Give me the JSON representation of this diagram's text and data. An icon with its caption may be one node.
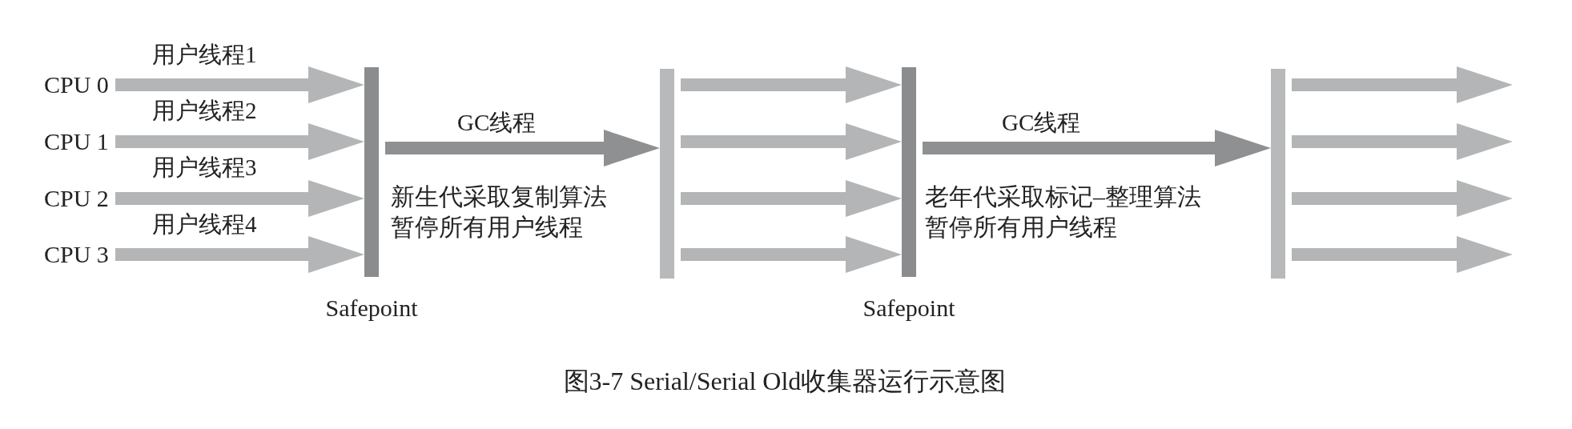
{
  "diagram": {
    "caption": "图3-7 Serial/Serial Old收集器运行示意图",
    "nodes": [
      {
        "text": [
          "CPU 0"
        ]
      },
      {
        "text": [
          "CPU 1"
        ]
      },
      {
        "text": [
          "CPU 2"
        ]
      },
      {
        "text": [
          "CPU 3"
        ]
      },
      {
        "text": [],
        "shape": "bar",
        "beside": [
          "Safepoint"
        ]
      },
      {
        "text": [],
        "shape": "bar"
      },
      {
        "text": [],
        "shape": "bar",
        "beside": [
          "Safepoint"
        ]
      },
      {
        "text": [],
        "shape": "bar"
      }
    ],
    "edges": [
      {
        "from": 0,
        "to": 4,
        "arrow": "to",
        "label": "用户线程1"
      },
      {
        "from": 1,
        "to": 4,
        "arrow": "to",
        "label": "用户线程2"
      },
      {
        "from": 2,
        "to": 4,
        "arrow": "to",
        "label": "用户线程3"
      },
      {
        "from": 3,
        "to": 4,
        "arrow": "to",
        "label": "用户线程4"
      },
      {
        "from": 4,
        "to": 5,
        "arrow": "to",
        "label": "GC线程",
        "color": "#8e9091"
      },
      {
        "from": 5,
        "to": 6,
        "arrow": "to"
      },
      {
        "from": 5,
        "to": 6,
        "arrow": "to"
      },
      {
        "from": 5,
        "to": 6,
        "arrow": "to"
      },
      {
        "from": 5,
        "to": 6,
        "arrow": "to"
      },
      {
        "from": 6,
        "to": 7,
        "arrow": "to",
        "label": "GC线程",
        "color": "#8e9091"
      },
      {
        "from": 7,
        "to": null,
        "arrow": "to"
      },
      {
        "from": 7,
        "to": null,
        "arrow": "to"
      },
      {
        "from": 7,
        "to": null,
        "arrow": "to"
      },
      {
        "from": 7,
        "to": null,
        "arrow": "to"
      }
    ],
    "labels": [
      "新生代采取复制算法",
      "暂停所有用户线程",
      "老年代采取标记–整理算法",
      "暂停所有用户线程"
    ]
  }
}
